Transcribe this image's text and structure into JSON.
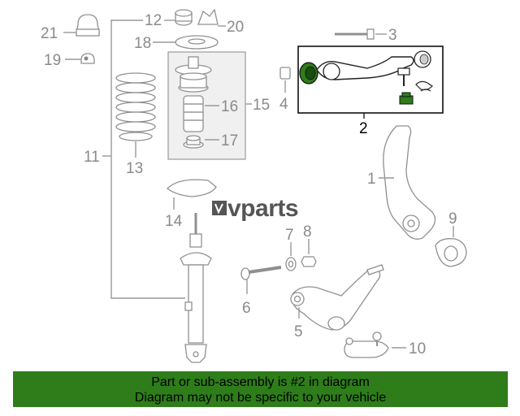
{
  "callouts": {
    "c1": "1",
    "c2": "2",
    "c3": "3",
    "c4": "4",
    "c5": "5",
    "c6": "6",
    "c7": "7",
    "c8": "8",
    "c9": "9",
    "c10": "10",
    "c11": "11",
    "c12": "12",
    "c13": "13",
    "c14": "14",
    "c15": "15",
    "c16": "16",
    "c17": "17",
    "c18": "18",
    "c19": "19",
    "c20": "20",
    "c21": "21"
  },
  "logo": {
    "text": "vparts"
  },
  "banner": {
    "line1": "Part or sub-assembly is #2 in diagram",
    "line2": "Diagram may not be specific to your vehicle"
  },
  "colors": {
    "highlight_green": "#2e7d1a",
    "banner_bg": "#2e7d1a",
    "part_gray": "#909090"
  }
}
